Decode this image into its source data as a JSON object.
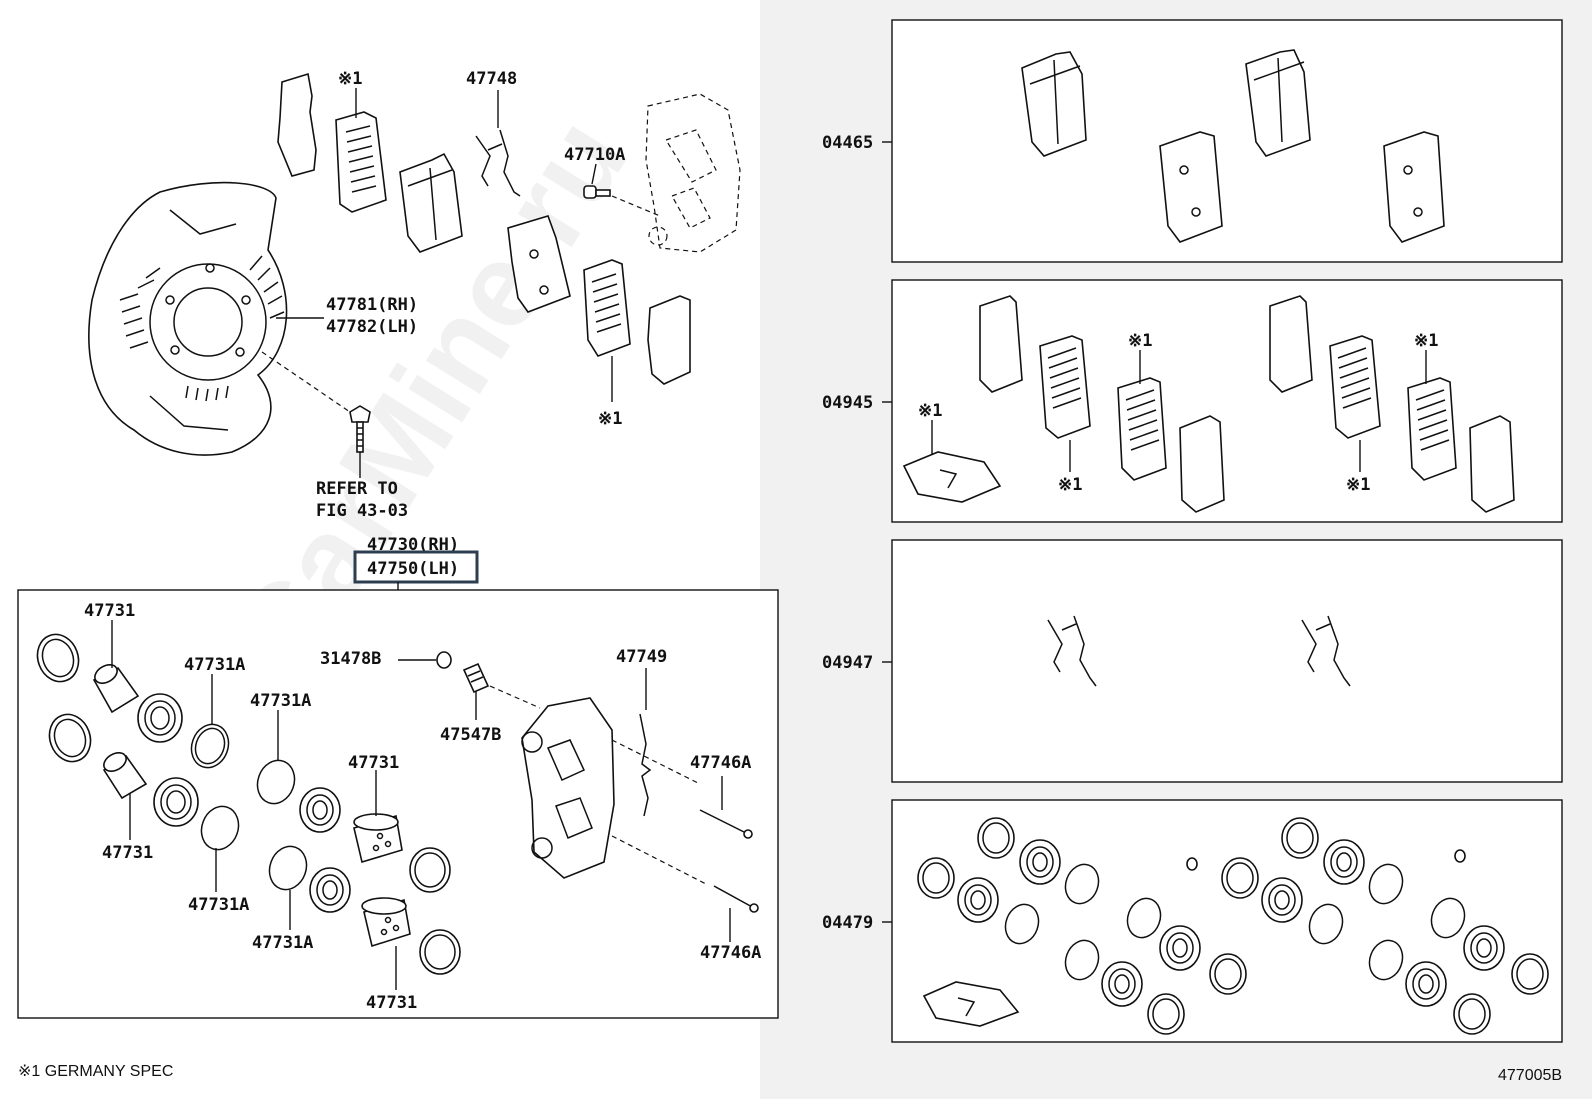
{
  "watermark": "ToyotaCarMine.ru",
  "left": {
    "labels": {
      "star1_a": "※1",
      "p47748": "47748",
      "p47710a": "47710A",
      "p47781": "47781(RH)",
      "p47782": "47782(LH)",
      "star1_b": "※1",
      "refer1": "REFER TO",
      "refer2": "FIG 43-03",
      "p47730": "47730(RH)",
      "p47750": "47750(LH)"
    },
    "kit_labels": {
      "a": "47731",
      "b": "47731A",
      "c": "47731A",
      "d": "31478B",
      "e": "47749",
      "f": "47547B",
      "g": "47731",
      "h": "47746A",
      "i": "47731",
      "j": "47731A",
      "k": "47731A",
      "l": "47746A",
      "m": "47731"
    },
    "footnote": "※1 GERMANY SPEC"
  },
  "right": {
    "kits": [
      {
        "code": "04465"
      },
      {
        "code": "04945",
        "stars": [
          "※1",
          "※1",
          "※1",
          "※1",
          "※1"
        ]
      },
      {
        "code": "04947"
      },
      {
        "code": "04479"
      }
    ]
  },
  "figure_id": "477005B"
}
